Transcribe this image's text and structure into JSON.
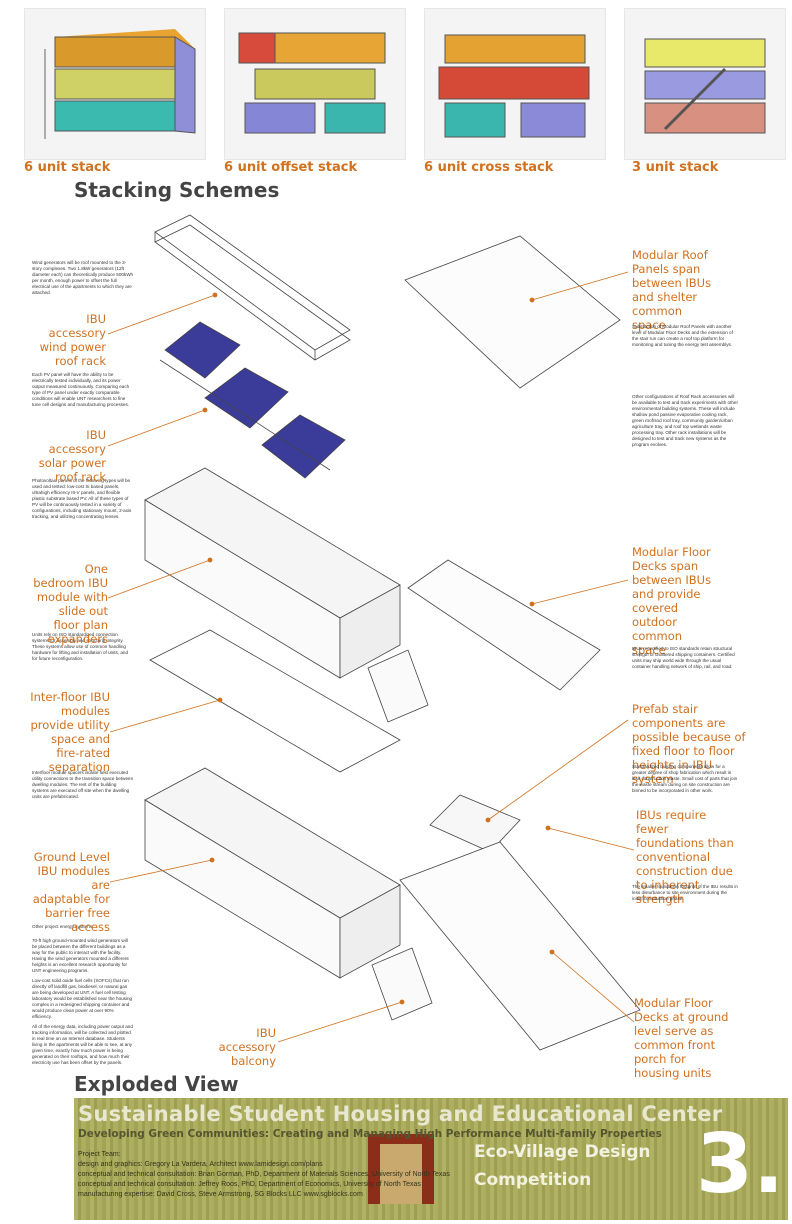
{
  "stacking": {
    "title": "Stacking Schemes",
    "schemes": [
      {
        "label": "6 unit stack"
      },
      {
        "label": "6 unit offset stack"
      },
      {
        "label": "6 unit cross stack"
      },
      {
        "label": "3 unit stack"
      }
    ]
  },
  "exploded": {
    "title": "Exploded View",
    "left_callouts": [
      {
        "label": "IBU accessory wind power roof rack"
      },
      {
        "label": "IBU accessory solar power roof rack"
      },
      {
        "label": "One bedroom IBU module with slide out floor plan expanders"
      },
      {
        "label": "Inter-floor IBU modules provide utility space and fire-rated separation"
      },
      {
        "label": "Ground Level IBU modules are adaptable for barrier free access"
      },
      {
        "label": "IBU accessory balcony"
      }
    ],
    "right_callouts": [
      {
        "label": "Modular Roof Panels span between IBUs and shelter common space"
      },
      {
        "label": "Modular Floor Decks span between IBUs and provide covered outdoor common space"
      },
      {
        "label": "Prefab stair components are possible because of fixed floor to floor heights in IBU system"
      },
      {
        "label": "IBUs require fewer foundations than conventional construction due to inherent strength"
      },
      {
        "label": "Modular Floor Decks at ground level serve as common front porch for housing units"
      }
    ],
    "notes": {
      "wind": "Wind generators will be roof mounted to the 3-story complexes. Two 1.8kW generators (12ft diameter each) can theoretically produce 500kWh per month, enough power to offset the full electrical use of the apartments to which they are attached.",
      "pv": "Each PV panel will have the ability to be electrically tested individually, and its power output measured continuously. Comparing each type of PV panel under exactly comparable conditions will enable UNT researchers to fine tune cell designs and manufacturing processes.",
      "pv_types": "Photovoltaic panels of the following types will be used and tested: low-cost Si based panels, ultrahigh efficiency III-V panels, and flexible plastic substrate based PV. All of these types of PV will be continuously tested in a variety of configurations, including stationary mount, 2-axis tracking, and utilizing concentrating lenses.",
      "iso": "Units rely on ISO standardized connection systems for assembly and structural integrity. These systems allow use of common handling hardware for lifting and installation of units, and for future reconfiguration.",
      "interfloor": "Interfloor module spacers isolate field executed utility connections to the transition space between dwelling modules. The rest of the building systems are executed off site when the dwelling units are prefabricated.",
      "energy_title": "Other project energy systems:",
      "energy_1": "70-ft high ground-mounted wind generators will be placed between the different buildings as a way for the public to interact with the facility. Having the wind generators mounted a different heights is an excellent research opportunity for UNT engineering programs.",
      "energy_2": "Low-cost solid oxide fuel cells (SOFCs) that run directly off landfill gas, biodiesel, or natural gas are being developed at UNT. A fuel cell testing laboratory would be established near the housing complex in a redesigned shipping container and would produce clean power at over 90% efficiency.",
      "energy_3": "All of the energy data, including power output and tracking information, will be collected and plotted in real time on an Internet database. Students living in the apartments will be able to see, at any given time, exactly how much power is being generated on their rooftops, and how much their electricity use has been offset by the panels.",
      "roof": "Substitution of Modular Roof Panels with another level of Modular Floor Decks and the extension of the stair run can create a roof top platform for monitoring and tuning the energy test assemblys.",
      "roofrack": "Other configurations of Roof Rack accessories will be available to test and track experiments with other environmental building systems. These will include shallow pond passive evaporative cooling rack, green roof/sod roof tray, community garden/urban agriculture tray, and roof top wetlands waste processing tray. Other rack installations will be designed to test and track new systems as the program evolves.",
      "ibus": "IBUs recertified to ISO standards retain structural strength of unaltered shipping containers. Certified units may ship world wide through the usual container handling network of ship, rail, and road.",
      "stairs": "Standardized building components allow for a greater degree of shop fabrication which result in less construction waste. Small cost of parts that join the waste stream during on site construction are binned to be incorporated in other work.",
      "foundation": "The smaller foundation footprint of the IBU results in less disturbance to site environment during the initial construction phase."
    }
  },
  "footer": {
    "title": "Sustainable Student Housing and Educational Center",
    "subtitle": "Developing Green Communities: Creating and Managing High Performance Multi-family Properties",
    "team_label": "Project Team:",
    "credits": [
      "design and graphics: Gregory La Vardera, Architect www.lamidesign.com/plans",
      "conceptual and technical consultation: Brian Gorman, PhD, Department of Materials Sciences, University of North Texas",
      "conceptual and technical consultation: Jeffrey Roos, PhD, Department of Economics, University of North Texas",
      "manufacturing expertise: David Cross, Steve Armstrong, SG Blocks LLC www.sgblocks.com"
    ],
    "competition_1": "Eco-Village Design",
    "competition_2": "Competition",
    "number": "3."
  },
  "colors": {
    "accent": "#d0711f",
    "footer_olive": "#a8a85a"
  }
}
